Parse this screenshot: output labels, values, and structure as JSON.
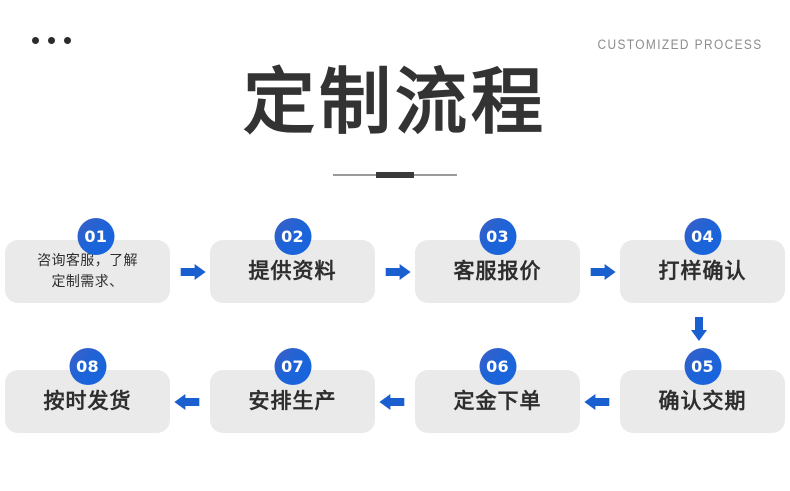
{
  "header": {
    "dots_count": 3,
    "eyebrow": "CUSTOMIZED PROCESS"
  },
  "title": {
    "text": "定制流程"
  },
  "theme": {
    "accent_blue": "#1a5fd0",
    "badge_gradient_start": "#3f5fc4",
    "badge_gradient_end": "#1565e0",
    "box_bg": "#eaeaea",
    "text_dark": "#2e2e2e",
    "title_color": "#333333",
    "eyebrow_color": "#8c8c8c"
  },
  "flow": {
    "row1": {
      "direction": "right",
      "steps": [
        {
          "number": "01",
          "label": "咨询客服，了解\n定制需求、",
          "label_line1": "咨询客服，了解",
          "label_line2": "定制需求、",
          "multiline": true
        },
        {
          "number": "02",
          "label": "提供资料",
          "multiline": false
        },
        {
          "number": "03",
          "label": "客服报价",
          "multiline": false
        },
        {
          "number": "04",
          "label": "打样确认",
          "multiline": false
        }
      ]
    },
    "connector": {
      "direction": "down"
    },
    "row2": {
      "direction": "left",
      "steps": [
        {
          "number": "08",
          "label": "按时发货",
          "multiline": false
        },
        {
          "number": "07",
          "label": "安排生产",
          "multiline": false
        },
        {
          "number": "06",
          "label": "定金下单",
          "multiline": false
        },
        {
          "number": "05",
          "label": "确认交期",
          "multiline": false
        }
      ]
    }
  }
}
